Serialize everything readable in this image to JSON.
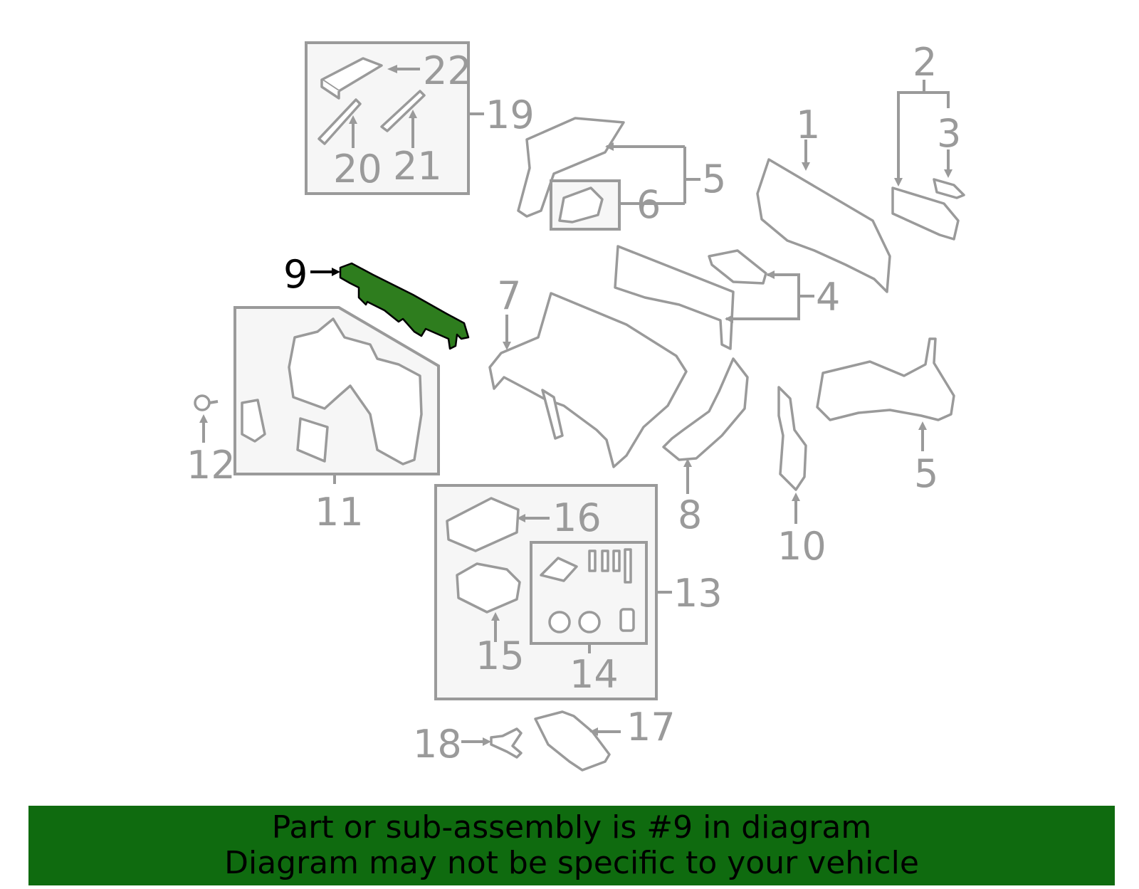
{
  "callouts": {
    "c1": "1",
    "c2": "2",
    "c3": "3",
    "c4": "4",
    "c5a": "5",
    "c5b": "5",
    "c6": "6",
    "c7": "7",
    "c8": "8",
    "c9": "9",
    "c10": "10",
    "c11": "11",
    "c12": "12",
    "c13": "13",
    "c14": "14",
    "c15": "15",
    "c16": "16",
    "c17": "17",
    "c18": "18",
    "c19": "19",
    "c20": "20",
    "c21": "21",
    "c22": "22"
  },
  "highlighted_part": "9",
  "colors": {
    "highlight_fill": "#2e7d1e",
    "banner_bg": "#0f6b0f",
    "line_gray": "#9a9a9a"
  },
  "banner": {
    "line1": "Part or sub-assembly is #9 in diagram",
    "line2": "Diagram may not be specific to your vehicle"
  }
}
